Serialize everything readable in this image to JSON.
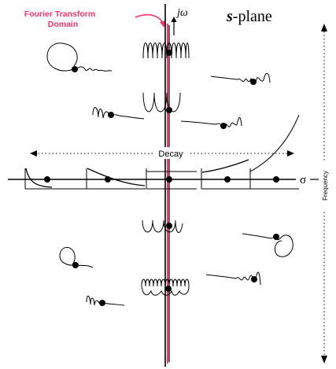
{
  "title": {
    "prefix": "s",
    "suffix": "-plane"
  },
  "fourier_label": {
    "line1": "Fourier Transform",
    "line2": "Domain"
  },
  "axes": {
    "imag_label": "jω",
    "real_label": "σ"
  },
  "arrows": {
    "decay_label": "Decay",
    "frequency_label": "Frequency"
  },
  "colors": {
    "fourier_line": "#ff3366",
    "fourier_text": "#ff3366",
    "ink": "#000000"
  }
}
